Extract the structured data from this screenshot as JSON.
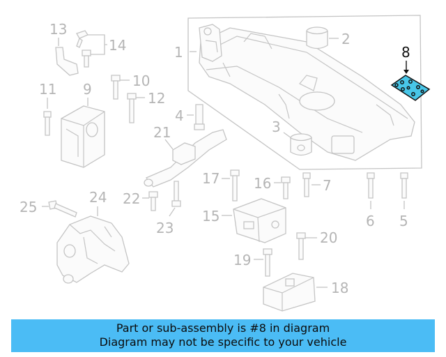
{
  "colors": {
    "banner_bg": "#4bbcf5",
    "highlight_fill": "#48c6e8",
    "highlight_stroke": "#111111",
    "line_gray": "#c4c4c4",
    "label_gray": "#b5b5b5"
  },
  "callouts": {
    "c1": "1",
    "c2": "2",
    "c3": "3",
    "c4": "4",
    "c5": "5",
    "c6": "6",
    "c7": "7",
    "c8": "8",
    "c9": "9",
    "c10": "10",
    "c11": "11",
    "c12": "12",
    "c13": "13",
    "c14": "14",
    "c15": "15",
    "c16": "16",
    "c17": "17",
    "c18": "18",
    "c19": "19",
    "c20": "20",
    "c21": "21",
    "c22": "22",
    "c23": "23",
    "c24": "24",
    "c25": "25"
  },
  "banner": {
    "line1": "Part or sub-assembly is #8 in diagram",
    "line2": "Diagram may not be specific to your vehicle"
  }
}
